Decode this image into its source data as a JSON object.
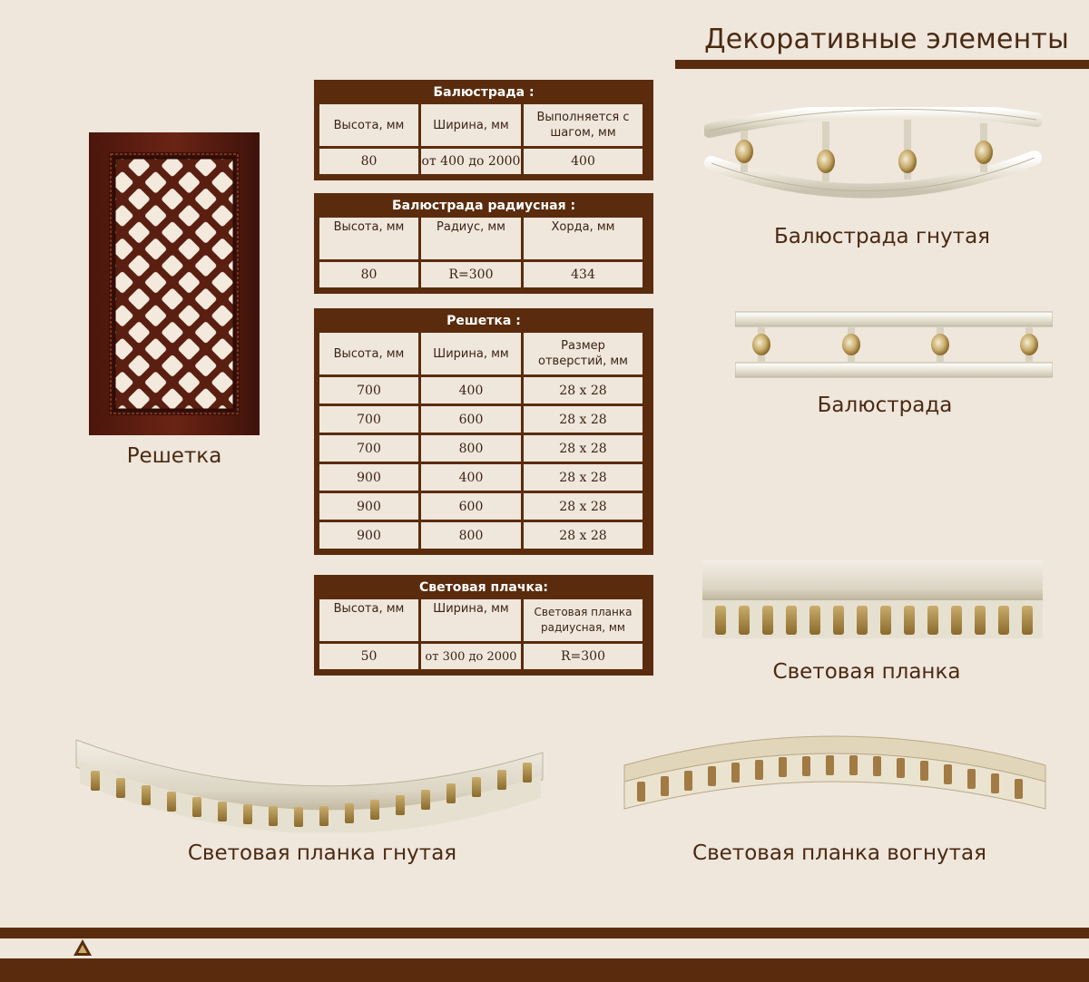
{
  "header": {
    "title": "Декоративные элементы"
  },
  "tables": {
    "balustrade": {
      "title": "Балюстрада :",
      "headers": [
        "Высота, мм",
        "Ширина, мм",
        "Выполняется с шагом, мм"
      ],
      "rows": [
        [
          "80",
          "от 400 до 2000",
          "400"
        ]
      ]
    },
    "balustrade_radius": {
      "title": "Балюстрада радиусная :",
      "headers": [
        "Высота, мм",
        "Радиус, мм",
        "Хорда, мм"
      ],
      "rows": [
        [
          "80",
          "R=300",
          "434"
        ]
      ]
    },
    "grid": {
      "title": "Решетка :",
      "headers": [
        "Высота, мм",
        "Ширина, мм",
        "Размер отверстий, мм"
      ],
      "rows": [
        [
          "700",
          "400",
          "28 x 28"
        ],
        [
          "700",
          "600",
          "28 x 28"
        ],
        [
          "700",
          "800",
          "28 x 28"
        ],
        [
          "900",
          "400",
          "28 x 28"
        ],
        [
          "900",
          "600",
          "28 x 28"
        ],
        [
          "900",
          "800",
          "28 x 28"
        ]
      ]
    },
    "light_strip": {
      "title": "Световая плачка:",
      "headers": [
        "Высота, мм",
        "Ширина, мм",
        "Световая планка радиусная, мм"
      ],
      "rows": [
        [
          "50",
          "от 300 до 2000",
          "R=300"
        ]
      ]
    }
  },
  "captions": {
    "grid": "Решетка",
    "balustrade_bent": "Балюстрада гнутая",
    "balustrade": "Балюстрада",
    "light_strip": "Световая планка",
    "light_strip_bent": "Световая планка гнутая",
    "light_strip_concave": "Световая планка вогнутая"
  },
  "colors": {
    "background": "#efe6dc",
    "brand_brown": "#5a2c0d",
    "wood_light": "#ece8dc",
    "gold": "#b59a5a"
  }
}
